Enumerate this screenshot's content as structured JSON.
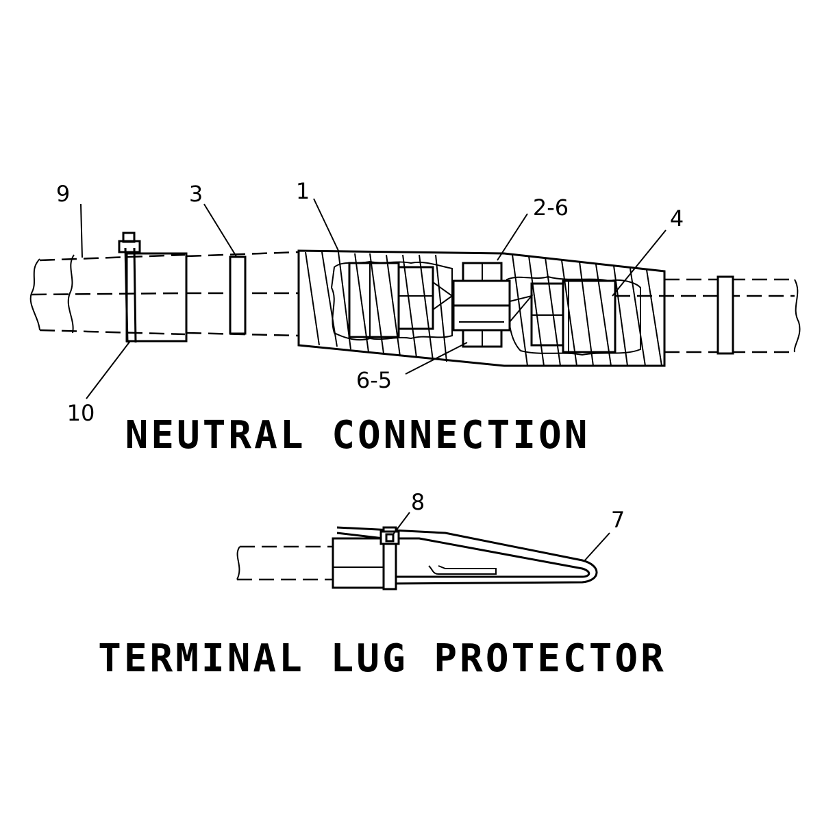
{
  "neutral_connection": {
    "title": "NEUTRAL CONNECTION",
    "callouts": {
      "c9": "9",
      "c3": "3",
      "c1": "1",
      "c2_6": "2-6",
      "c4": "4",
      "c6_5": "6-5",
      "c10": "10"
    }
  },
  "terminal_lug_protector": {
    "title": "TERMINAL LUG PROTECTOR",
    "callouts": {
      "c8": "8",
      "c7": "7"
    }
  }
}
